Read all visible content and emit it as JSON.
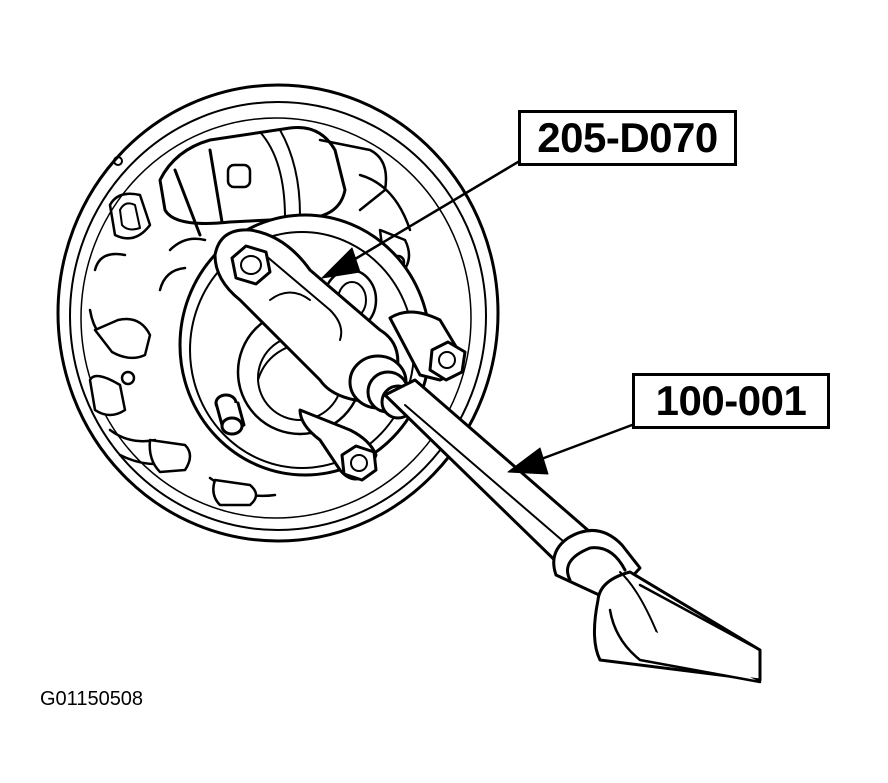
{
  "callouts": {
    "adapter_label": "205-D070",
    "handle_label": "100-001"
  },
  "figure_id": "G01150508",
  "colors": {
    "line": "#000000",
    "background": "#ffffff"
  }
}
